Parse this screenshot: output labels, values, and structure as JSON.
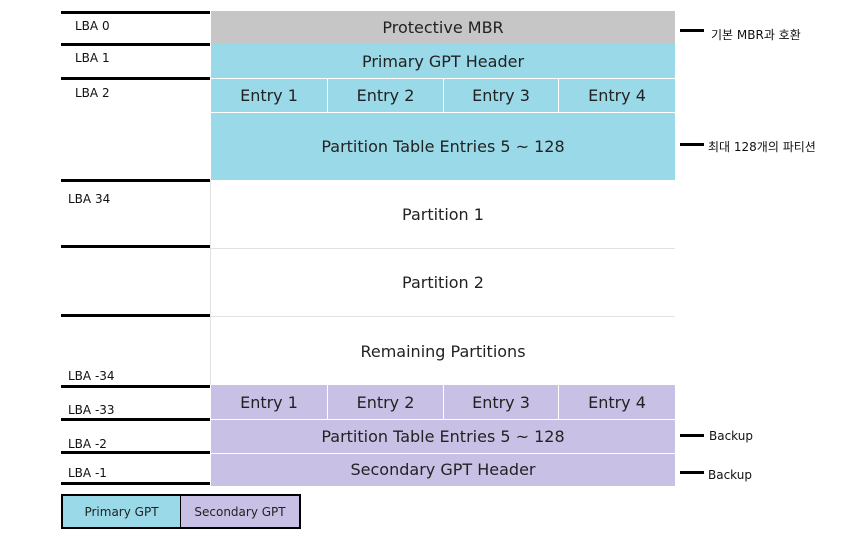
{
  "blocks": {
    "protective_mbr": "Protective MBR",
    "primary_header": "Primary GPT Header",
    "primary_entries": [
      "Entry 1",
      "Entry 2",
      "Entry 3",
      "Entry 4"
    ],
    "primary_table": "Partition Table Entries 5 ~ 128",
    "partition1": "Partition 1",
    "partition2": "Partition 2",
    "remaining": "Remaining Partitions",
    "secondary_entries": [
      "Entry 1",
      "Entry 2",
      "Entry 3",
      "Entry 4"
    ],
    "secondary_table": "Partition Table Entries 5 ~ 128",
    "secondary_header": "Secondary GPT Header"
  },
  "lba_labels": [
    "LBA 0",
    "LBA 1",
    "LBA 2",
    "LBA 34",
    "LBA -34",
    "LBA -33",
    "LBA -2",
    "LBA -1"
  ],
  "notes": {
    "mbr": "기본 MBR과 호환",
    "max_partitions": "최대 128개의 파티션",
    "backup_table": "Backup",
    "backup_header": "Backup"
  },
  "legend": {
    "primary": "Primary GPT",
    "secondary": "Secondary GPT"
  },
  "colors": {
    "primary": "#9ad9e8",
    "secondary": "#c9c1e5",
    "mbr": "#c6c6c6"
  }
}
